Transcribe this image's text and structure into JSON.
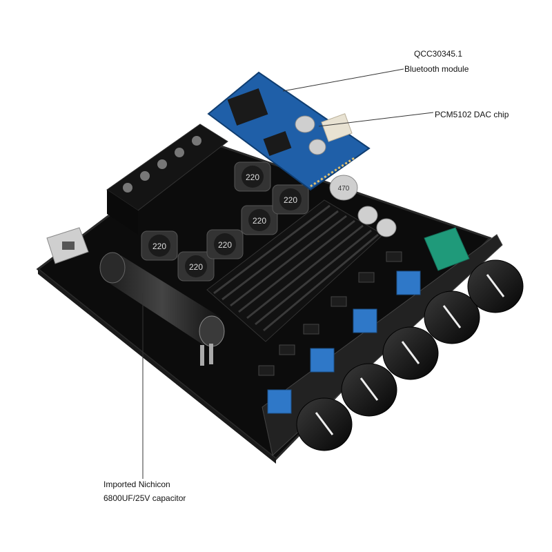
{
  "callouts": {
    "bluetooth": {
      "line1": "QCC30345.1",
      "line2": "Bluetooth module"
    },
    "dac": {
      "line1": "PCM5102 DAC chip"
    },
    "capacitor": {
      "line1": "Imported Nichicon",
      "line2": "6800UF/25V capacitor"
    }
  },
  "markings": {
    "inductor": "220",
    "small_cap": "470"
  },
  "colors": {
    "board": "#0c0c0c",
    "board_edge": "#2a2a2a",
    "bt_module": "#1f5fa8",
    "pot_blue": "#2f78c8",
    "green_block": "#1f9a7a",
    "heatsink": "#111111",
    "knob": "#1a1a1a",
    "leader_line": "#333333"
  }
}
